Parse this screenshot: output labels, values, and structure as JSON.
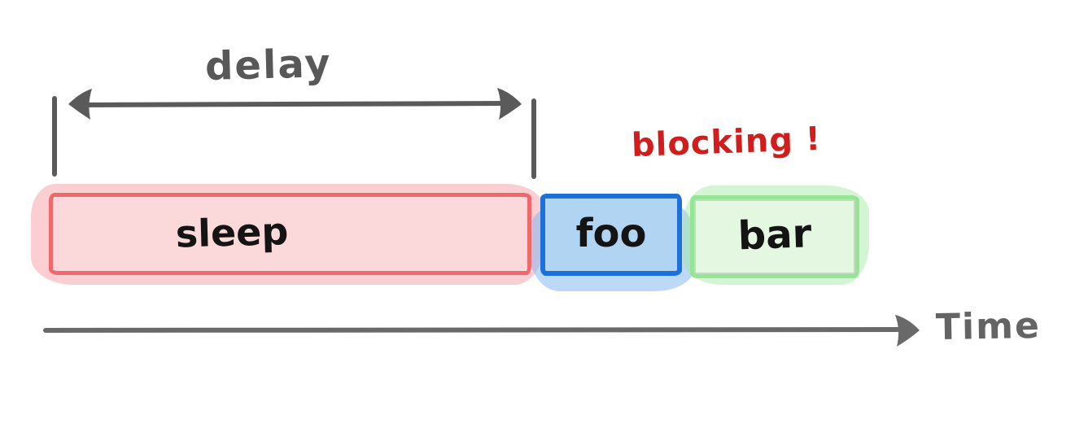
{
  "diagram": {
    "delay_label": "delay",
    "blocking_label": "blocking !",
    "time_label": "Time",
    "tasks": [
      {
        "name": "sleep",
        "label": "sleep",
        "fill": "#fbd8da",
        "border": "#ef686c",
        "highlight": "#f7a6ad"
      },
      {
        "name": "foo",
        "label": "foo",
        "fill": "#b1d4f3",
        "border": "#1b70d9",
        "highlight": "#7eb2f0"
      },
      {
        "name": "bar",
        "label": "bar",
        "fill": "#e4f8e1",
        "border": "#95e594",
        "highlight": "#9ee89e"
      }
    ],
    "colors": {
      "annotation_gray": "#5a5a5a",
      "blocking_red": "#d21d1d",
      "label_black": "#141414"
    }
  }
}
